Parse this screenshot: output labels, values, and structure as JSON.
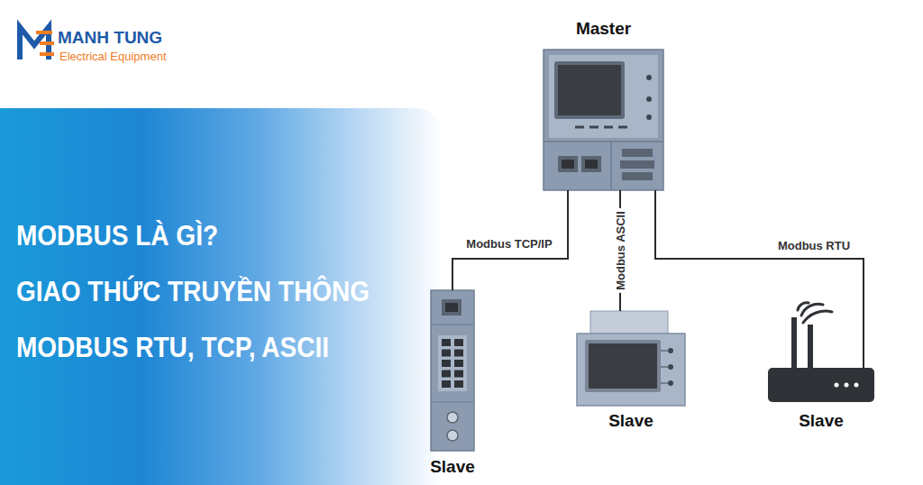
{
  "diagram": {
    "title": "MODBUS LÀ GÌ?",
    "nodes": [
      {
        "text": [
          "Master"
        ]
      },
      {
        "text": [
          "Slave"
        ]
      },
      {
        "text": [
          "Slave"
        ]
      },
      {
        "text": [
          "Slave"
        ]
      }
    ],
    "edges": [
      {
        "from": 0,
        "to": 1,
        "arrow": "none",
        "label": "Modbus TCP/IP"
      },
      {
        "from": 0,
        "to": 2,
        "arrow": "none",
        "label": "Modbus ASCII"
      },
      {
        "from": 0,
        "to": 3,
        "arrow": "none",
        "label": "Modbus RTU"
      }
    ],
    "labels": [
      "MANH TUNG",
      "Electrical Equipment",
      "GIAO THỨC TRUYỀN THÔNG MODBUS RTU, TCP, ASCII"
    ]
  }
}
